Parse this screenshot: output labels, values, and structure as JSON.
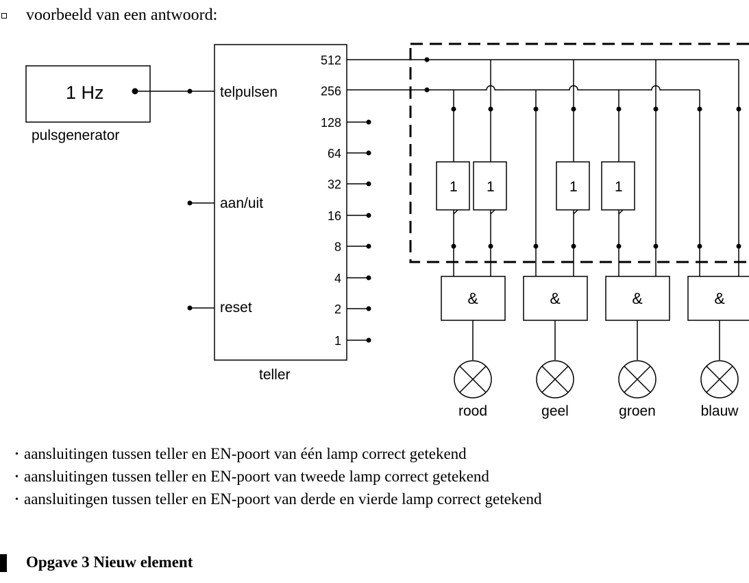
{
  "intro": {
    "text": "voorbeeld van een antwoord:"
  },
  "diagram": {
    "generator": {
      "freq": "1 Hz",
      "label": "pulsgenerator"
    },
    "counter": {
      "label": "teller",
      "inputs": [
        "telpulsen",
        "aan/uit",
        "reset"
      ],
      "outputs": [
        "512",
        "256",
        "128",
        "64",
        "32",
        "16",
        "8",
        "4",
        "2",
        "1"
      ]
    },
    "not_gate_symbol": "1",
    "and_gate_symbol": "&",
    "lamps": [
      "rood",
      "geel",
      "groen",
      "blauw"
    ]
  },
  "criteria": [
    "aansluitingen tussen teller en EN-poort van één lamp correct getekend",
    "aansluitingen tussen teller en EN-poort van tweede lamp correct getekend",
    "aansluitingen tussen teller en EN-poort van derde en vierde lamp correct getekend"
  ],
  "section": {
    "title": "Opgave 3 Nieuw element"
  }
}
